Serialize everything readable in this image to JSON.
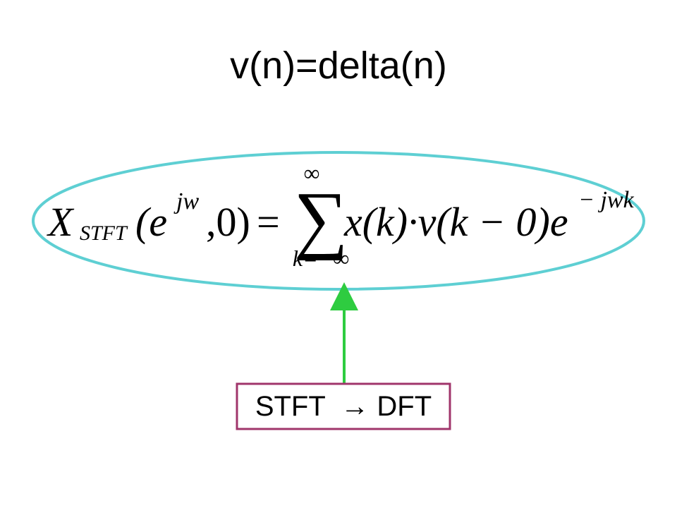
{
  "slide": {
    "title": "v(n)=delta(n)",
    "box_label": "STFT  → DFT",
    "colors": {
      "ellipse": "#5ecfd3",
      "arrow": "#2ecc40",
      "box_border": "#a0356b",
      "text": "#000000"
    }
  },
  "equation": {
    "lhs_symbol": "X",
    "lhs_subscript": "STFT",
    "lhs_args_open": "(e",
    "lhs_exponent": "jw",
    "lhs_args_close": ",0)",
    "equals": "=",
    "sum_symbol": "∑",
    "sum_upper": "∞",
    "sum_lower": "k=−∞",
    "summand": "x(k)·v(k − 0)e",
    "summand_exponent": "− jwk"
  }
}
